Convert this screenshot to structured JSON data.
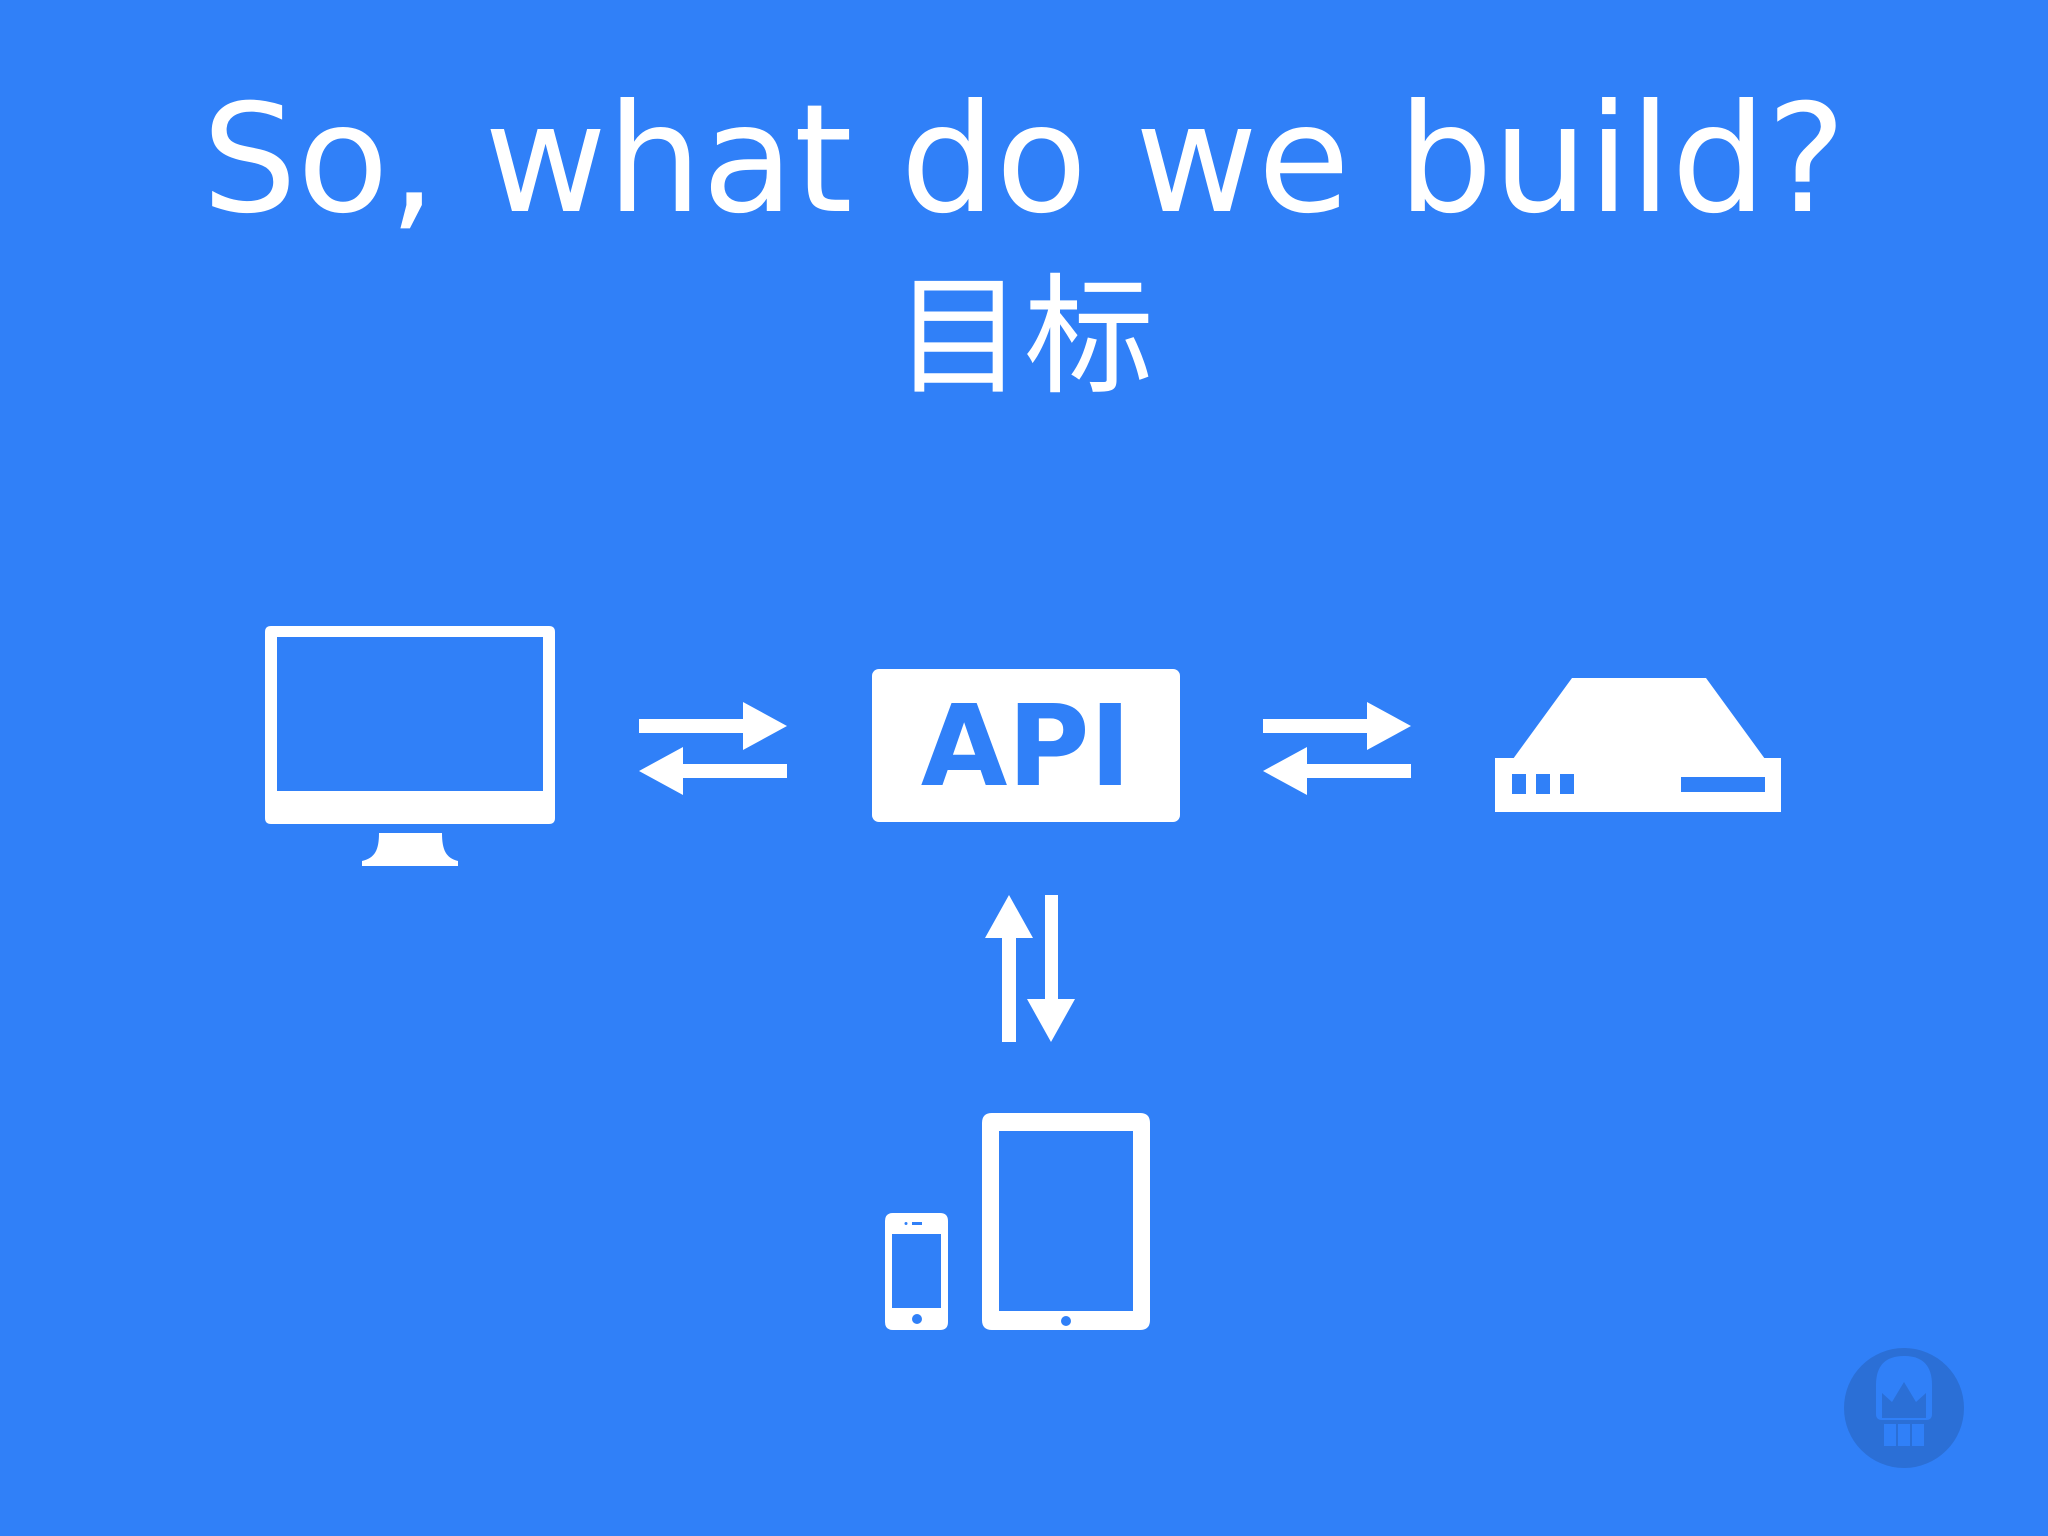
{
  "slide": {
    "background_color": "#3080f8",
    "foreground_color": "#ffffff",
    "title": "So, what do we build?",
    "subtitle": "目标"
  },
  "diagram": {
    "nodes": [
      {
        "id": "desktop",
        "icon": "desktop-monitor-icon"
      },
      {
        "id": "api",
        "icon": "api-box-icon",
        "label": "API"
      },
      {
        "id": "server",
        "icon": "server-icon"
      },
      {
        "id": "mobile",
        "icon": "phone-and-tablet-icon"
      }
    ],
    "edges": [
      {
        "from": "desktop",
        "to": "api",
        "direction": "bidirectional"
      },
      {
        "from": "api",
        "to": "server",
        "direction": "bidirectional"
      },
      {
        "from": "api",
        "to": "mobile",
        "direction": "bidirectional"
      }
    ]
  },
  "logo": {
    "icon": "kong-crown-logo-icon"
  }
}
